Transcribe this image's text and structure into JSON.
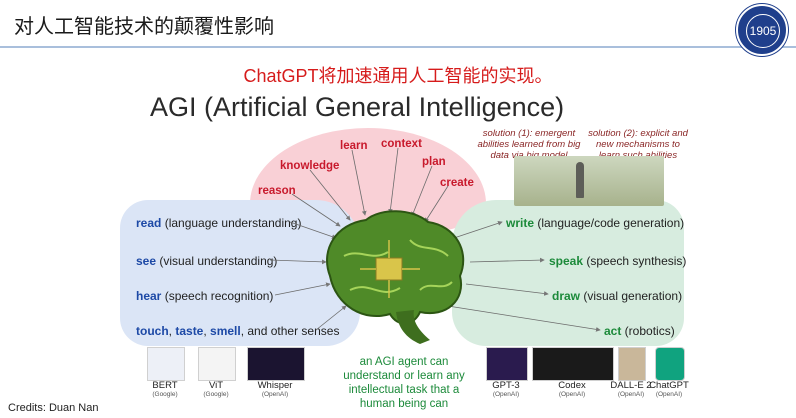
{
  "slide": {
    "title": "对人工智能技术的颠覆性影响",
    "subtitle": "ChatGPT将加速通用人工智能的实现。",
    "heading": "AGI (Artificial General Intelligence)",
    "credits": "Credits: Duan Nan"
  },
  "logo": {
    "text": "1905"
  },
  "cognition": [
    "reason",
    "knowledge",
    "learn",
    "context",
    "plan",
    "create"
  ],
  "perception": [
    {
      "key": "read",
      "desc": " (language understanding)"
    },
    {
      "key": "see",
      "desc": " (visual understanding)"
    },
    {
      "key": "hear",
      "desc": " (speech recognition)"
    }
  ],
  "senses": {
    "k1": "touch",
    "sep1": ", ",
    "k2": "taste",
    "sep2": ", ",
    "k3": "smell",
    "rest": ", and other senses"
  },
  "generation": [
    {
      "key": "write",
      "desc": " (language/code generation)"
    },
    {
      "key": "speak",
      "desc": " (speech synthesis)"
    },
    {
      "key": "draw",
      "desc": " (visual generation)"
    },
    {
      "key": "act",
      "desc": " (robotics)"
    }
  ],
  "solutions": {
    "one": "solution (1): emergent abilities learned from big data via big model",
    "two": "solution (2): explicit and new mechanisms to learn such abilities"
  },
  "agent_text": "an AGI agent can understand or learn any intellectual task that a human being can",
  "models": [
    {
      "name": "BERT",
      "org": "(Google)"
    },
    {
      "name": "ViT",
      "org": "(Google)"
    },
    {
      "name": "Whisper",
      "org": "(OpenAI)"
    },
    {
      "name": "GPT-3",
      "org": "(OpenAI)"
    },
    {
      "name": "Codex",
      "org": "(OpenAI)"
    },
    {
      "name": "DALL-E 2",
      "org": "(OpenAI)"
    },
    {
      "name": "ChatGPT",
      "org": "(OpenAI)"
    }
  ],
  "colors": {
    "title_red": "#d61c1c",
    "cognition_red": "#c8192c",
    "perception_blue": "#1d49a6",
    "generation_green": "#1c8a3a"
  }
}
